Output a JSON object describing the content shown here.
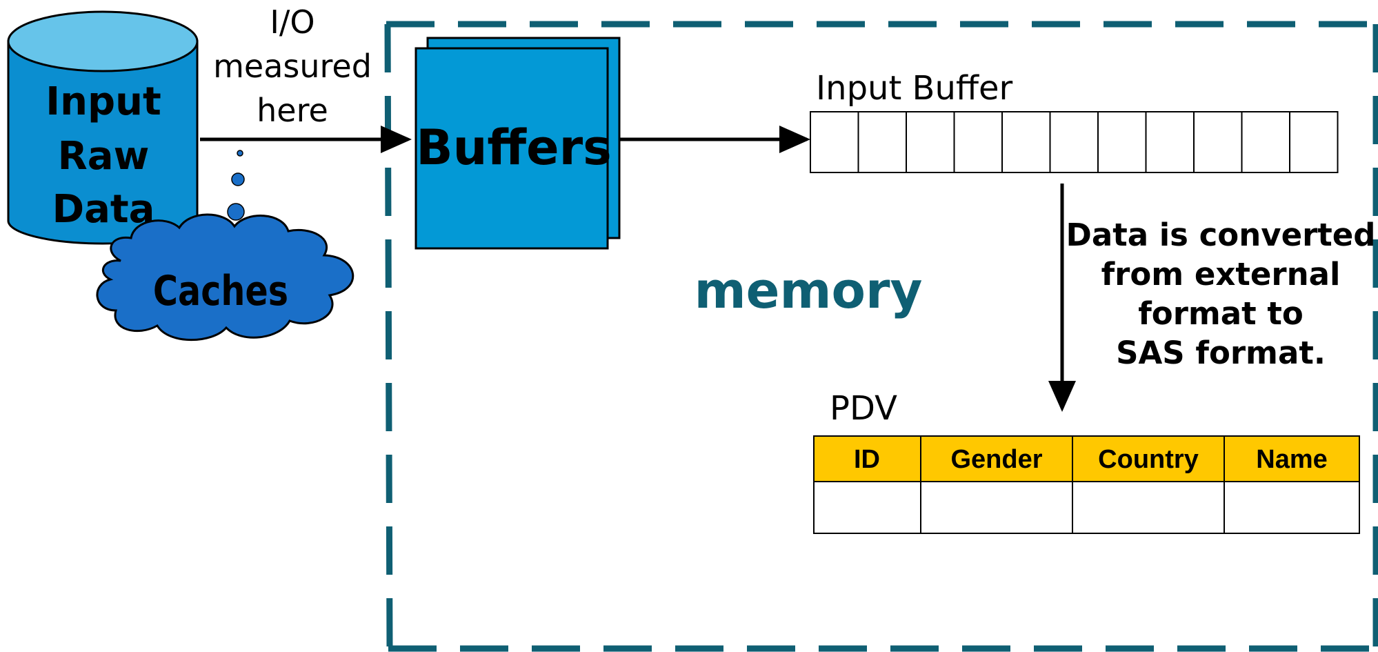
{
  "source": {
    "label_line1": "Input",
    "label_line2": "Raw",
    "label_line3": "Data"
  },
  "io_note": {
    "line1": "I/O",
    "line2": "measured",
    "line3": "here"
  },
  "caches": {
    "label": "Caches"
  },
  "buffers": {
    "label": "Buffers"
  },
  "memory": {
    "label": "memory"
  },
  "input_buffer": {
    "title": "Input Buffer"
  },
  "conversion_note": {
    "line1": "Data is converted",
    "line2": "from external",
    "line3": "format to",
    "line4": "SAS format."
  },
  "pdv": {
    "title": "PDV",
    "columns": [
      "ID",
      "Gender",
      "Country",
      "Name"
    ]
  },
  "colors": {
    "cylinder_blue": "#0B8ED0",
    "cylinder_top": "#66C4EA",
    "buffer_blue": "#0399D6",
    "cloud_blue": "#1A6FC8",
    "memory_teal": "#0F5F73",
    "pdv_header": "#FFC800"
  }
}
